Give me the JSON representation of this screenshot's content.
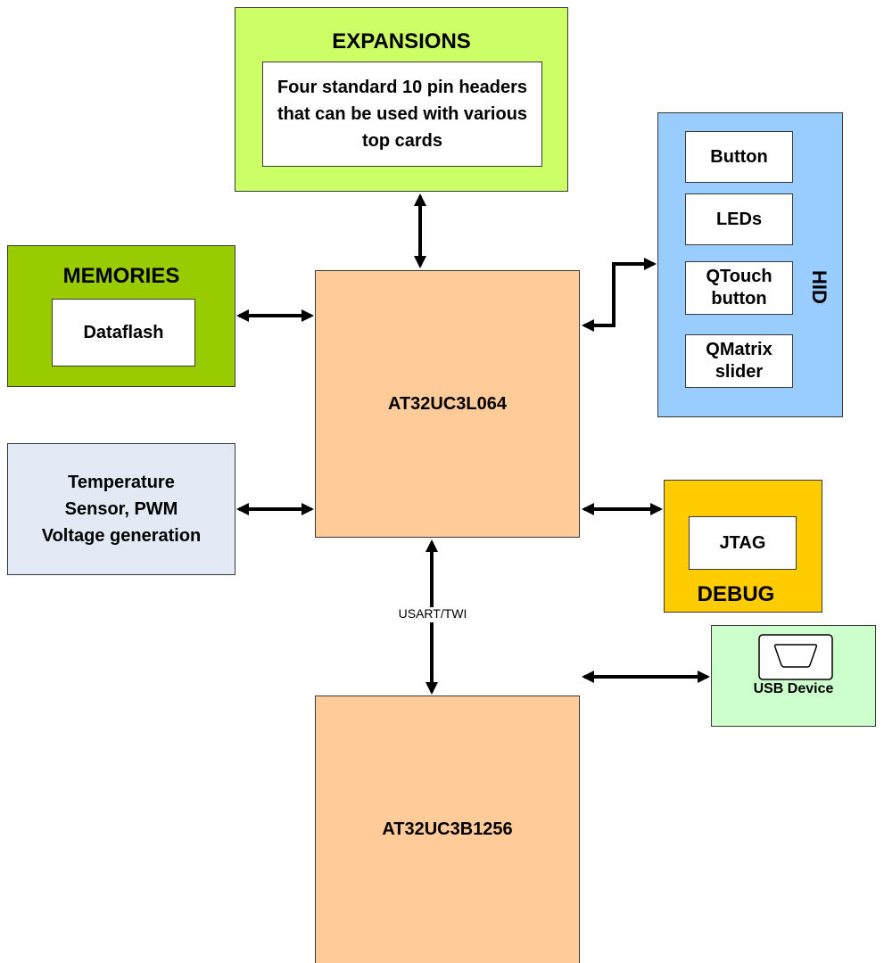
{
  "colors": {
    "expansions": "#ccff66",
    "memories": "#99cc00",
    "mcu": "#ffcc99",
    "hid": "#99ccff",
    "sensor": "#e3eaf6",
    "debug": "#ffcc00",
    "usb": "#ccffcc",
    "inner": "#ffffff",
    "line": "#000000"
  },
  "expansions": {
    "title": "EXPANSIONS",
    "desc": "Four standard 10 pin headers that can be used with various top cards"
  },
  "memories": {
    "title": "MEMORIES",
    "item": "Dataflash"
  },
  "hid": {
    "title": "HID",
    "items": [
      "Button",
      "LEDs",
      "QTouch button",
      "QMatrix slider"
    ]
  },
  "mcu_main": {
    "label": "AT32UC3L064"
  },
  "mcu_usb": {
    "label": "AT32UC3B1256"
  },
  "sensor": {
    "label": "Temperature Sensor, PWM Voltage generation"
  },
  "debug": {
    "title": "DEBUG",
    "item": "JTAG"
  },
  "usb": {
    "label": "USB Device",
    "icon": "usb-connector-icon"
  },
  "bus": {
    "label": "USART/TWI"
  }
}
